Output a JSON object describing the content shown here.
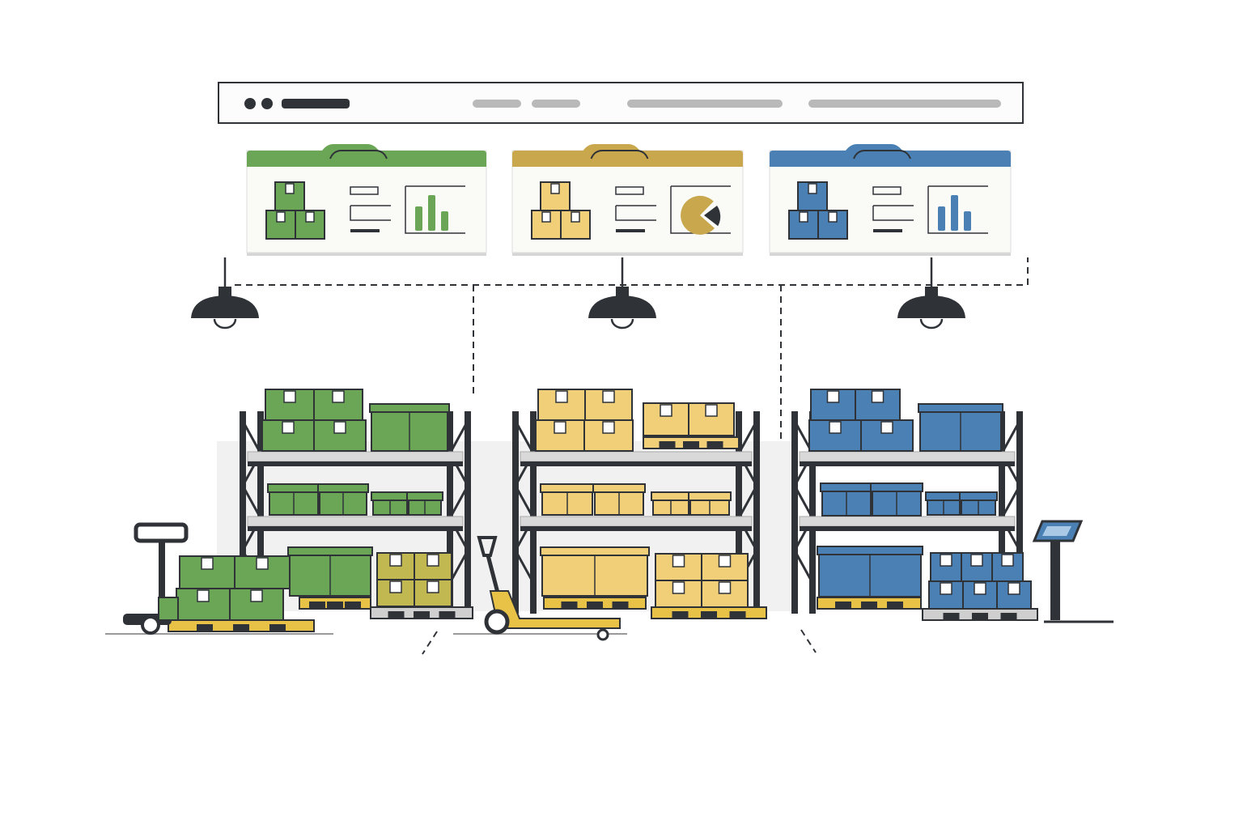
{
  "colors": {
    "green": "#6aa656",
    "green_dark": "#4f8a40",
    "yellow": "#f0cf78",
    "yellow_header": "#c9a74c",
    "olive": "#c2b852",
    "blue": "#4a80b3",
    "blue_dark": "#3a6a98",
    "outline": "#2f3338",
    "pallet": "#e8c247",
    "gray_pill": "#b9b9b9",
    "shelf": "#d9d9d9",
    "card_bg": "#fafaf7"
  },
  "dashboards": [
    {
      "theme": "green",
      "chart": "bar-chart-icon",
      "icon": "boxes-icon"
    },
    {
      "theme": "yellow",
      "chart": "pie-chart-icon",
      "icon": "boxes-icon"
    },
    {
      "theme": "blue",
      "chart": "bar-chart-icon",
      "icon": "boxes-icon"
    }
  ],
  "icons": [
    "browser-window-icon",
    "ceiling-lamp-icon",
    "pallet-jack-icon",
    "scanner-kiosk-icon",
    "storage-rack-icon",
    "box-icon"
  ]
}
